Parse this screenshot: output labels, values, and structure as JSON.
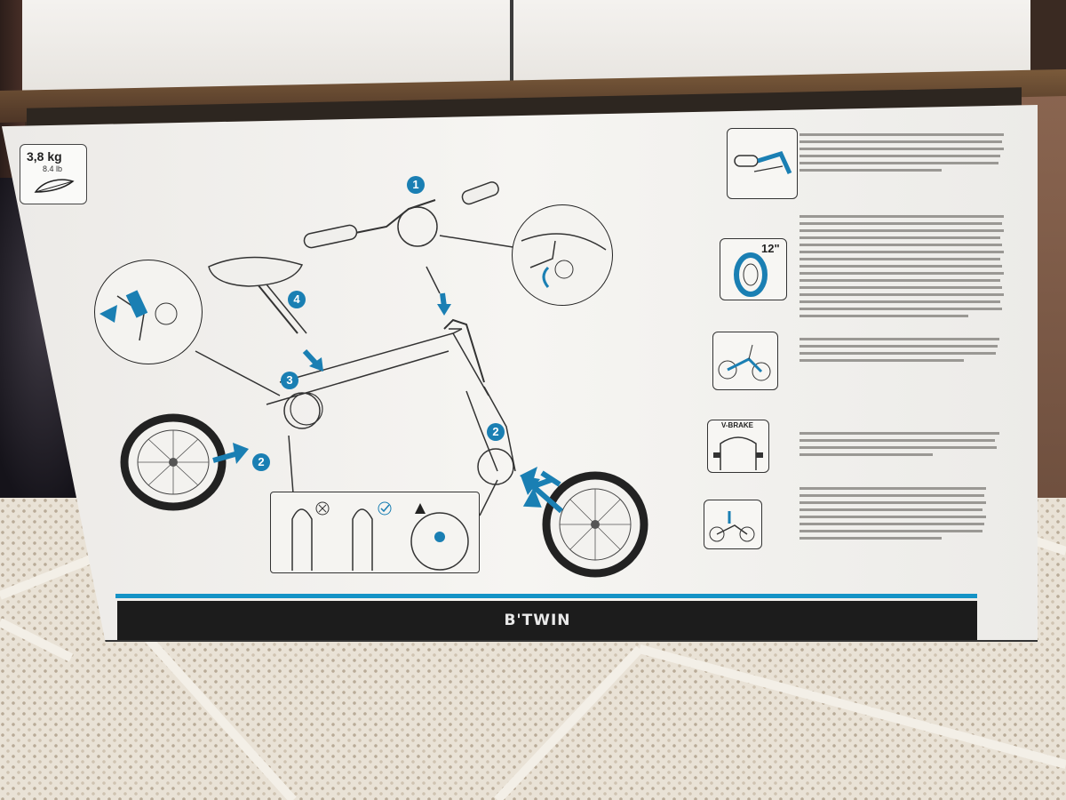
{
  "box": {
    "brand": "B'TWIN",
    "weight_kg": "3,8 kg",
    "weight_lb": "8.4 lb",
    "steps": [
      "1",
      "2",
      "2",
      "3",
      "4"
    ],
    "tire_size": "12\"",
    "brake_type": "V-BRAKE"
  },
  "colors": {
    "accent_blue": "#1a7fb3",
    "stripe_blue": "#1493c6",
    "band_black": "#1c1c1c"
  },
  "icons": [
    "feather-icon",
    "arrow-icon",
    "check-icon",
    "cross-icon",
    "warning-icon"
  ]
}
